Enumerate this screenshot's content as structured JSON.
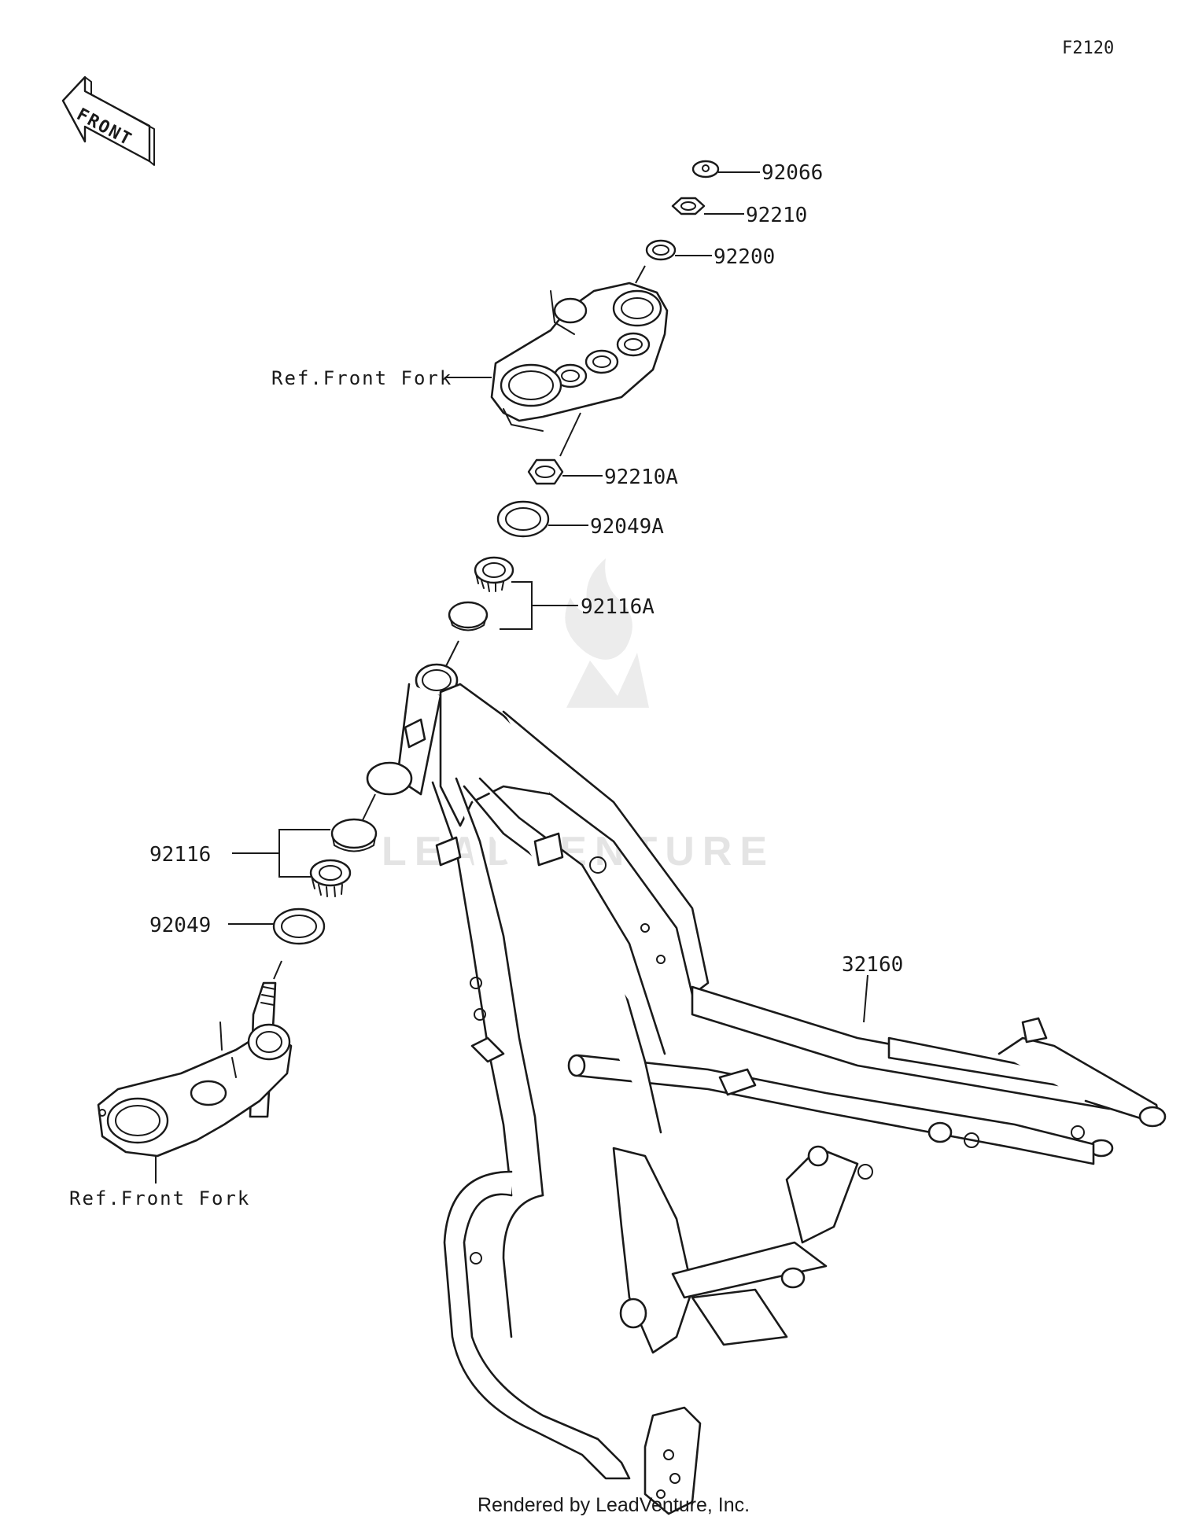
{
  "figure_code": "F2120",
  "front_arrow_text": "FRONT",
  "watermark": "LEADVENTURE",
  "footer": "Rendered by LeadVenture, Inc.",
  "parts": {
    "p92066": "92066",
    "p92210": "92210",
    "p92200": "92200",
    "ref_upper": "Ref.Front Fork",
    "p92210A": "92210A",
    "p92049A": "92049A",
    "p92116A": "92116A",
    "p92116": "92116",
    "p92049": "92049",
    "p32160": "32160",
    "ref_lower": "Ref.Front Fork"
  }
}
